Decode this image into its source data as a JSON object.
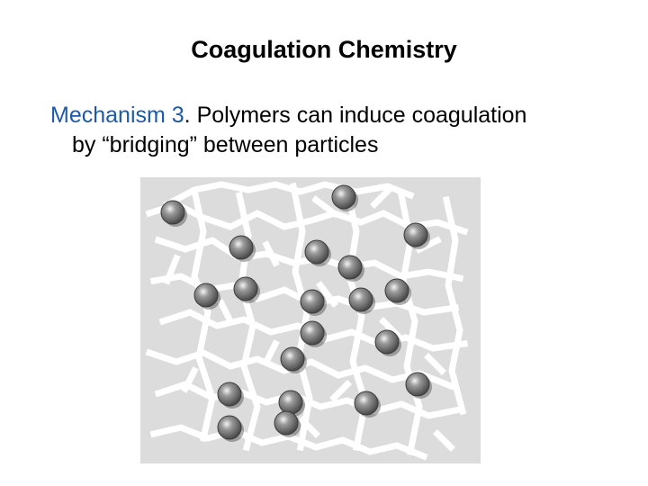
{
  "slide": {
    "title": "Coagulation Chemistry",
    "body": {
      "lead": "Mechanism 3",
      "lead_punct": ".",
      "line1_rest": " Polymers can induce coagulation",
      "line2": "by “bridging” between particles"
    }
  },
  "figure": {
    "background_color": "#dcdcdc",
    "strand_color": "#ffffff",
    "particle_color": "#6f6f6f"
  }
}
